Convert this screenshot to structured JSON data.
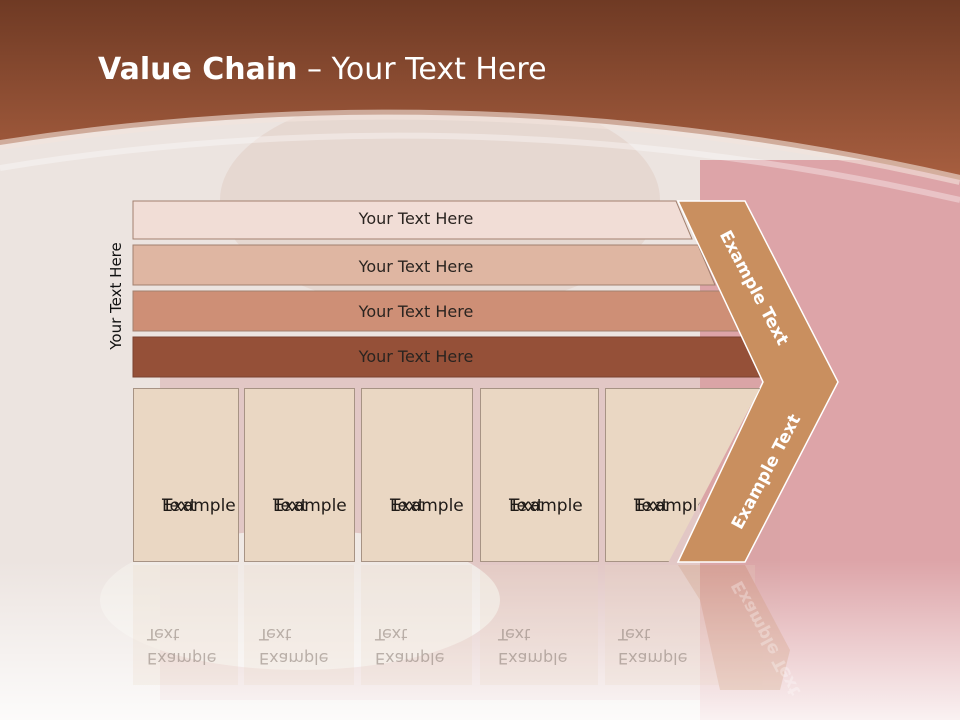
{
  "title": {
    "bold": "Value Chain",
    "rest": " – Your Text Here"
  },
  "side_label": "Your Text Here",
  "bars": [
    "Your Text Here",
    "Your Text Here",
    "Your Text Here",
    "Your Text Here"
  ],
  "boxes": [
    {
      "line1": "Example",
      "line2": "Text"
    },
    {
      "line1": "Example",
      "line2": "Text"
    },
    {
      "line1": "Example",
      "line2": "Text"
    },
    {
      "line1": "Example",
      "line2": "Text"
    },
    {
      "line1": "Example",
      "line2": "Text"
    }
  ],
  "chevron": {
    "upper": "Example Text",
    "lower": "Example Text"
  },
  "colors": {
    "header": "#8c4a2e",
    "bar1": "#f1ddd6",
    "bar2": "#dfb6a2",
    "bar3": "#ce8f76",
    "bar4": "#955038",
    "box": "#ead7c3",
    "chevron": "#c98f5f"
  }
}
